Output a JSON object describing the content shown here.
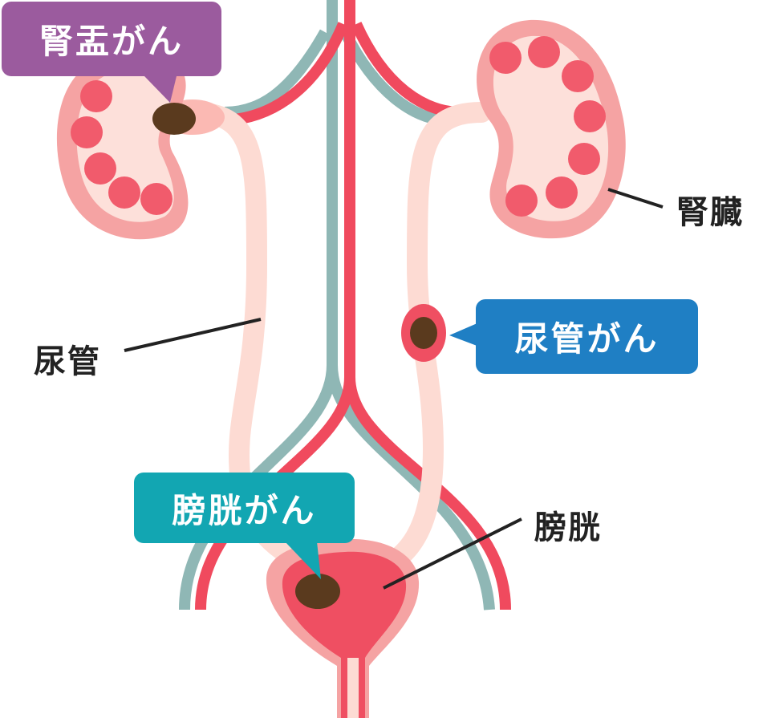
{
  "labels": {
    "renal_pelvis_cancer": "腎盂がん",
    "kidney": "腎臓",
    "ureter": "尿管",
    "ureter_cancer": "尿管がん",
    "bladder_cancer": "膀胱がん",
    "bladder": "膀胱"
  },
  "colors": {
    "renal_pelvis_callout": "#9b5b9e",
    "ureter_cancer_callout": "#1f7fc4",
    "bladder_cancer_callout": "#12a6b2",
    "artery": "#f04a5e",
    "vein": "#8fb7b5",
    "kidney_outer": "#f5a3a3",
    "kidney_inner": "#fde0da",
    "ureter": "#fddbd3",
    "tumor": "#5a3a1e",
    "bladder": "#ef4f62"
  }
}
